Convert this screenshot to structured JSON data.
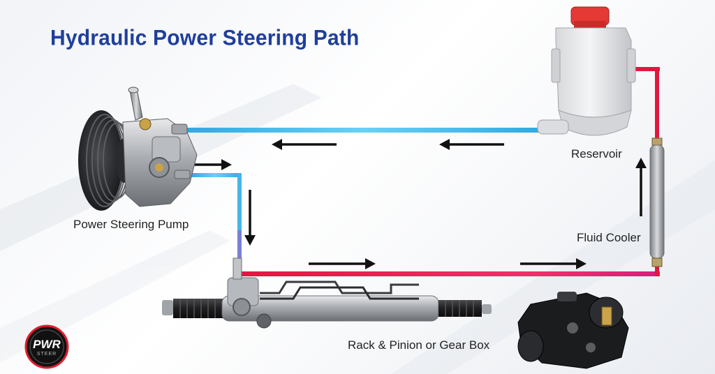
{
  "title": "Hydraulic Power Steering Path",
  "labels": {
    "pump": "Power Steering Pump",
    "reservoir": "Reservoir",
    "cooler": "Fluid Cooler",
    "rack": "Rack & Pinion or Gear Box"
  },
  "logo": {
    "text": "PWR",
    "subtext": "STEER"
  },
  "colors": {
    "title": "#1f3f9c",
    "supply_line": "#3fb8e8",
    "return_line": "#e8224f",
    "arrow": "#111111",
    "reservoir_cap": "#e53935"
  },
  "flow_arrows": [
    "left",
    "left",
    "right",
    "down",
    "right",
    "right",
    "up"
  ]
}
